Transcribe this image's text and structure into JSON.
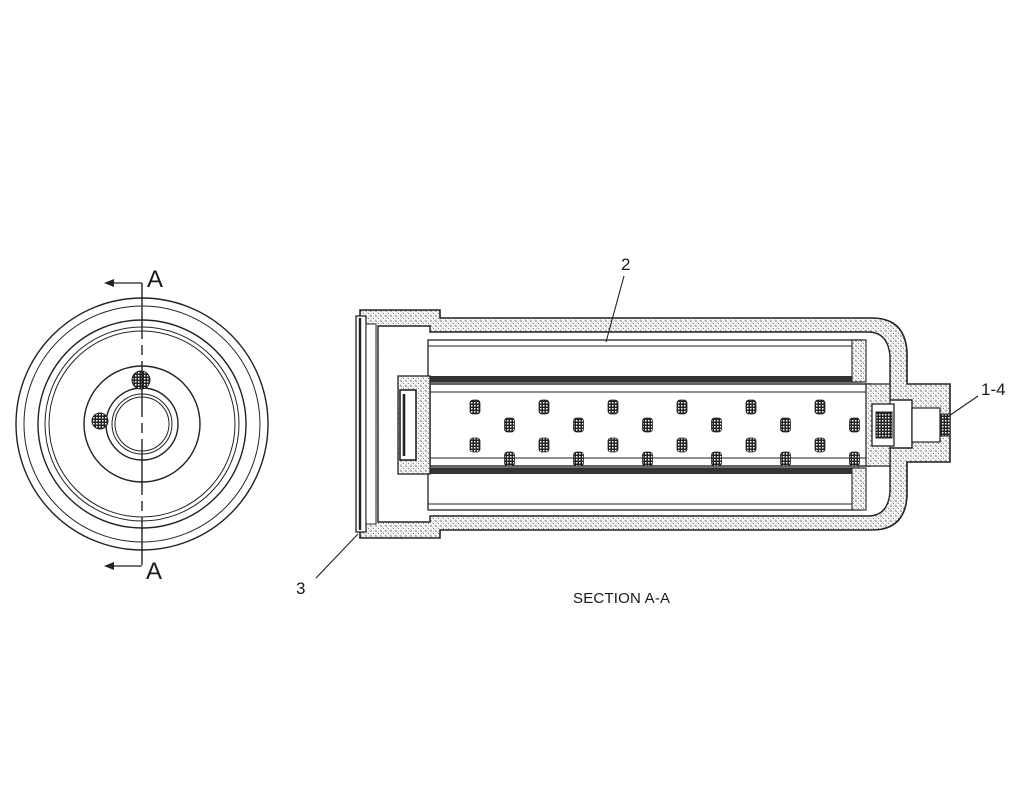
{
  "labels": {
    "callout_2": "2",
    "callout_1_4": "1-4",
    "callout_3": "3",
    "section_marker_top": "A",
    "section_marker_bottom": "A",
    "section_title": "SECTION A-A"
  }
}
